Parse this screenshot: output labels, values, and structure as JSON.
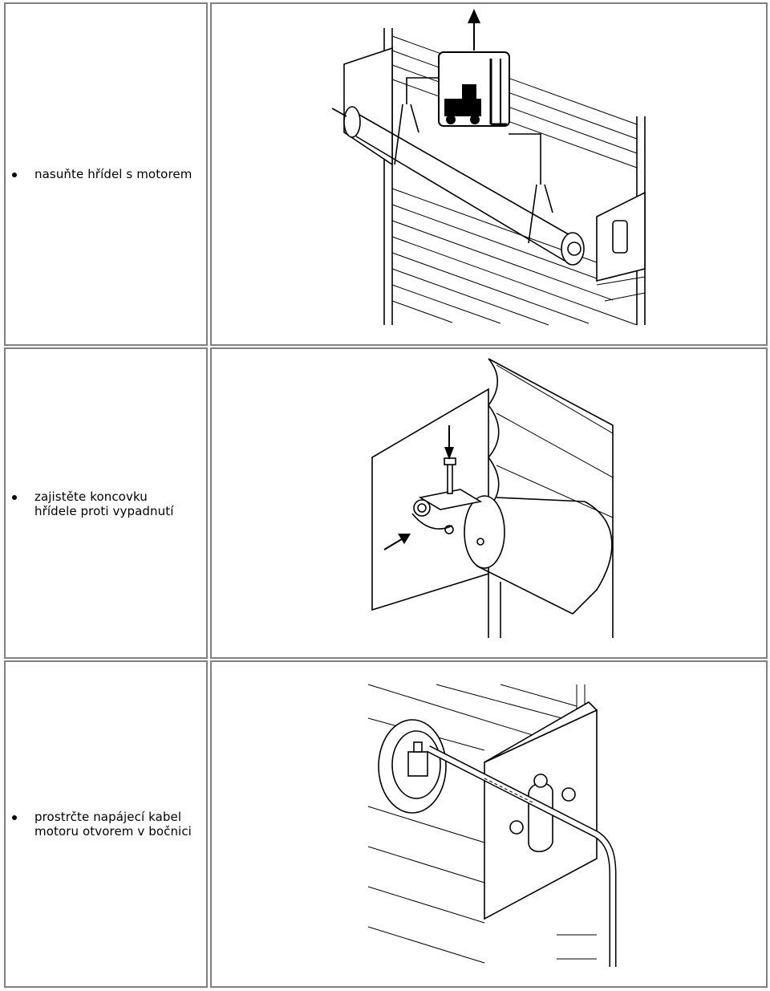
{
  "steps": [
    {
      "text_line1": "nasuňte hřídel s motorem",
      "text_line2": ""
    },
    {
      "text_line1": "zajistěte koncovku",
      "text_line2": "hřídele proti vypadnutí"
    },
    {
      "text_line1": "prostrčte napájecí kabel",
      "text_line2": "motoru otvorem v bočnici"
    }
  ],
  "illustrations": [
    {
      "icon": "forklift-lift-icon"
    },
    {
      "icon": "bolt-secure-icon"
    },
    {
      "icon": "cable-through-hole-icon"
    }
  ]
}
